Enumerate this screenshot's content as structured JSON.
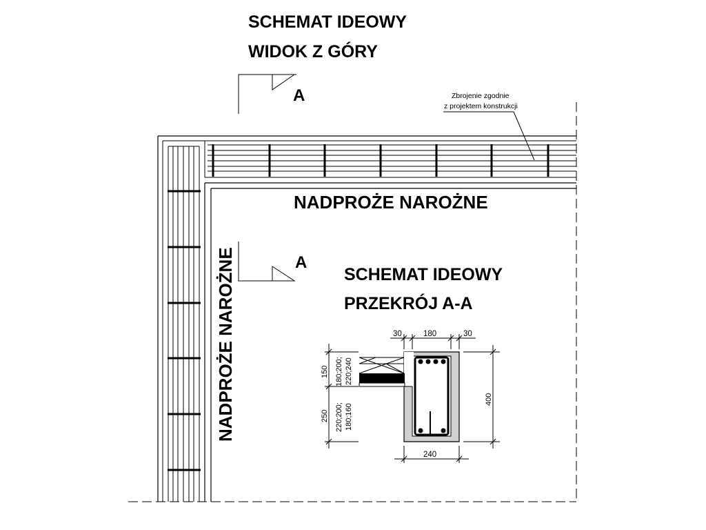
{
  "plan_view": {
    "title_line1": "SCHEMAT IDEOWY",
    "title_line2": "WIDOK Z GÓRY",
    "section_marker_top": "A",
    "section_marker_bottom": "A",
    "note_line1": "Zbrojenie zgodnie",
    "note_line2": "z projektem konstrukcji",
    "lintel_horizontal_label": "NADPROŻE NAROŻNE",
    "lintel_vertical_label": "NADPROŻE NAROŻNE"
  },
  "section_view": {
    "title_line1": "SCHEMAT IDEOWY",
    "title_line2": "PRZEKRÓJ A-A",
    "dim_top_left": "30",
    "dim_top_mid": "180",
    "dim_top_right": "30",
    "dim_bottom": "240",
    "dim_height": "400",
    "dim_150": "150",
    "dim_250": "250",
    "dim_slab_upper_a": "180;200;",
    "dim_slab_upper_b": "220;240",
    "dim_slab_lower_a": "220;200;",
    "dim_slab_lower_b": "180;160"
  }
}
